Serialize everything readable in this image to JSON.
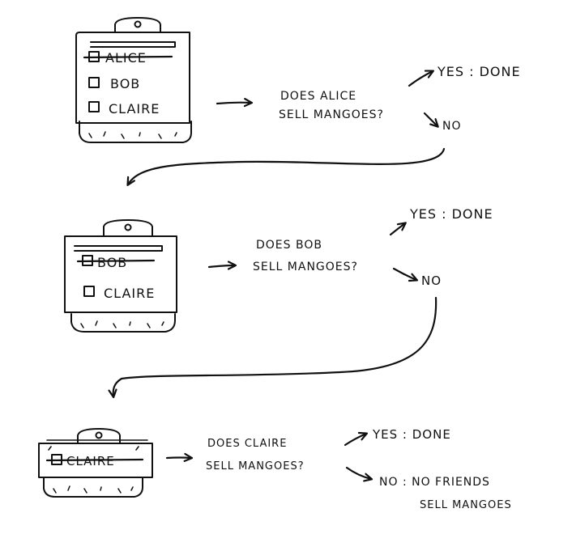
{
  "steps": [
    {
      "items": [
        {
          "label": "ALICE",
          "checked": true
        },
        {
          "label": "BOB",
          "checked": false
        },
        {
          "label": "CLAIRE",
          "checked": false
        }
      ],
      "question_line1": "DOES ALICE",
      "question_line2": "SELL MANGOES?",
      "yes_label": "YES : DONE",
      "no_label": "NO"
    },
    {
      "items": [
        {
          "label": "BOB",
          "checked": true
        },
        {
          "label": "CLAIRE",
          "checked": false
        }
      ],
      "question_line1": "DOES BOB",
      "question_line2": "SELL MANGOES?",
      "yes_label": "YES : DONE",
      "no_label": "NO"
    },
    {
      "items": [
        {
          "label": "CLAIRE",
          "checked": true
        }
      ],
      "question_line1": "DOES CLAIRE",
      "question_line2": "SELL MANGOES?",
      "yes_label": "YES : DONE",
      "no_line1": "NO : NO FRIENDS",
      "no_line2": "SELL MANGOES"
    }
  ]
}
